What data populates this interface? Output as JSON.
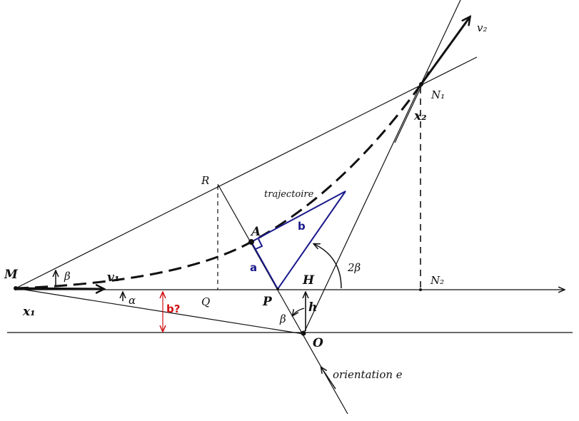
{
  "diagram": {
    "points": {
      "M": "M",
      "x1": "x₁",
      "Q": "Q",
      "R": "R",
      "A": "A",
      "P": "P",
      "H": "H",
      "O": "O",
      "N1": "N₁",
      "N2": "N₂",
      "x2": "x₂"
    },
    "angles": {
      "beta_top": "β",
      "alpha": "α",
      "beta_bottom": "β",
      "two_beta": "2β"
    },
    "vectors": {
      "v1": "v₁",
      "v2": "v₂"
    },
    "segments": {
      "a": "a",
      "b": "b",
      "h": "h",
      "b_question": "b?"
    },
    "annotations": {
      "trajectory": "trajectoire",
      "orientation": "orientation e"
    },
    "colors": {
      "ink": "#111111",
      "triangle": "#1a1a8c",
      "unknown": "#d01010"
    }
  }
}
